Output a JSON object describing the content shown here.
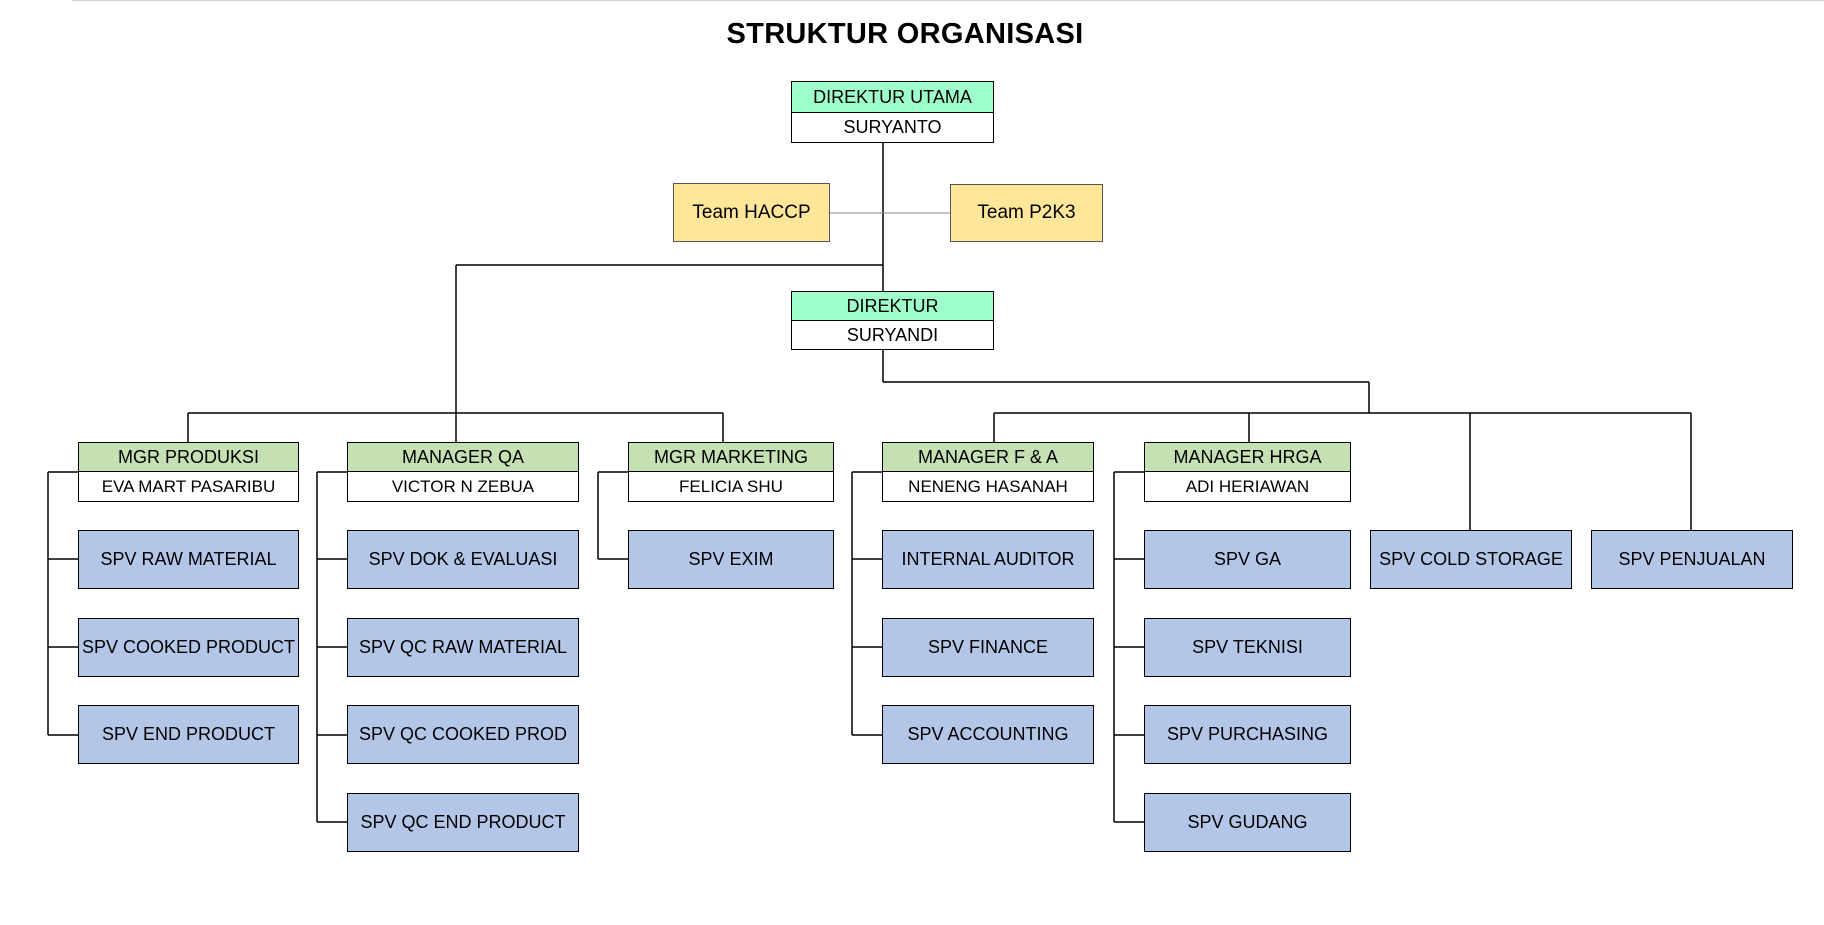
{
  "title": "STRUKTUR ORGANISASI",
  "colors": {
    "top_level": "#9effca",
    "manager": "#c5e0b3",
    "name": "#ffffff",
    "supervisor": "#b4c6e7",
    "team": "#ffe699"
  },
  "top": {
    "direktur_utama": {
      "role": "DIREKTUR UTAMA",
      "name": "SURYANTO"
    },
    "teams": [
      "Team HACCP",
      "Team P2K3"
    ],
    "direktur": {
      "role": "DIREKTUR",
      "name": "SURYANDI"
    }
  },
  "managers": [
    {
      "role": "MGR PRODUKSI",
      "name": "EVA MART PASARIBU",
      "subordinates": [
        "SPV RAW MATERIAL",
        "SPV COOKED PRODUCT",
        "SPV END PRODUCT"
      ]
    },
    {
      "role": "MANAGER QA",
      "name": "VICTOR N ZEBUA",
      "subordinates": [
        "SPV DOK & EVALUASI",
        "SPV QC RAW MATERIAL",
        "SPV QC COOKED PROD",
        "SPV QC END PRODUCT"
      ]
    },
    {
      "role": "MGR MARKETING",
      "name": "FELICIA SHU",
      "subordinates": [
        "SPV EXIM"
      ]
    },
    {
      "role": "MANAGER F & A",
      "name": "NENENG HASANAH",
      "subordinates": [
        "INTERNAL AUDITOR",
        "SPV FINANCE",
        "SPV ACCOUNTING"
      ]
    },
    {
      "role": "MANAGER HRGA",
      "name": "ADI HERIAWAN",
      "subordinates": [
        "SPV GA",
        "SPV TEKNISI",
        "SPV PURCHASING",
        "SPV GUDANG"
      ]
    }
  ],
  "direct_supervisors": [
    "SPV COLD STORAGE",
    "SPV PENJUALAN"
  ]
}
